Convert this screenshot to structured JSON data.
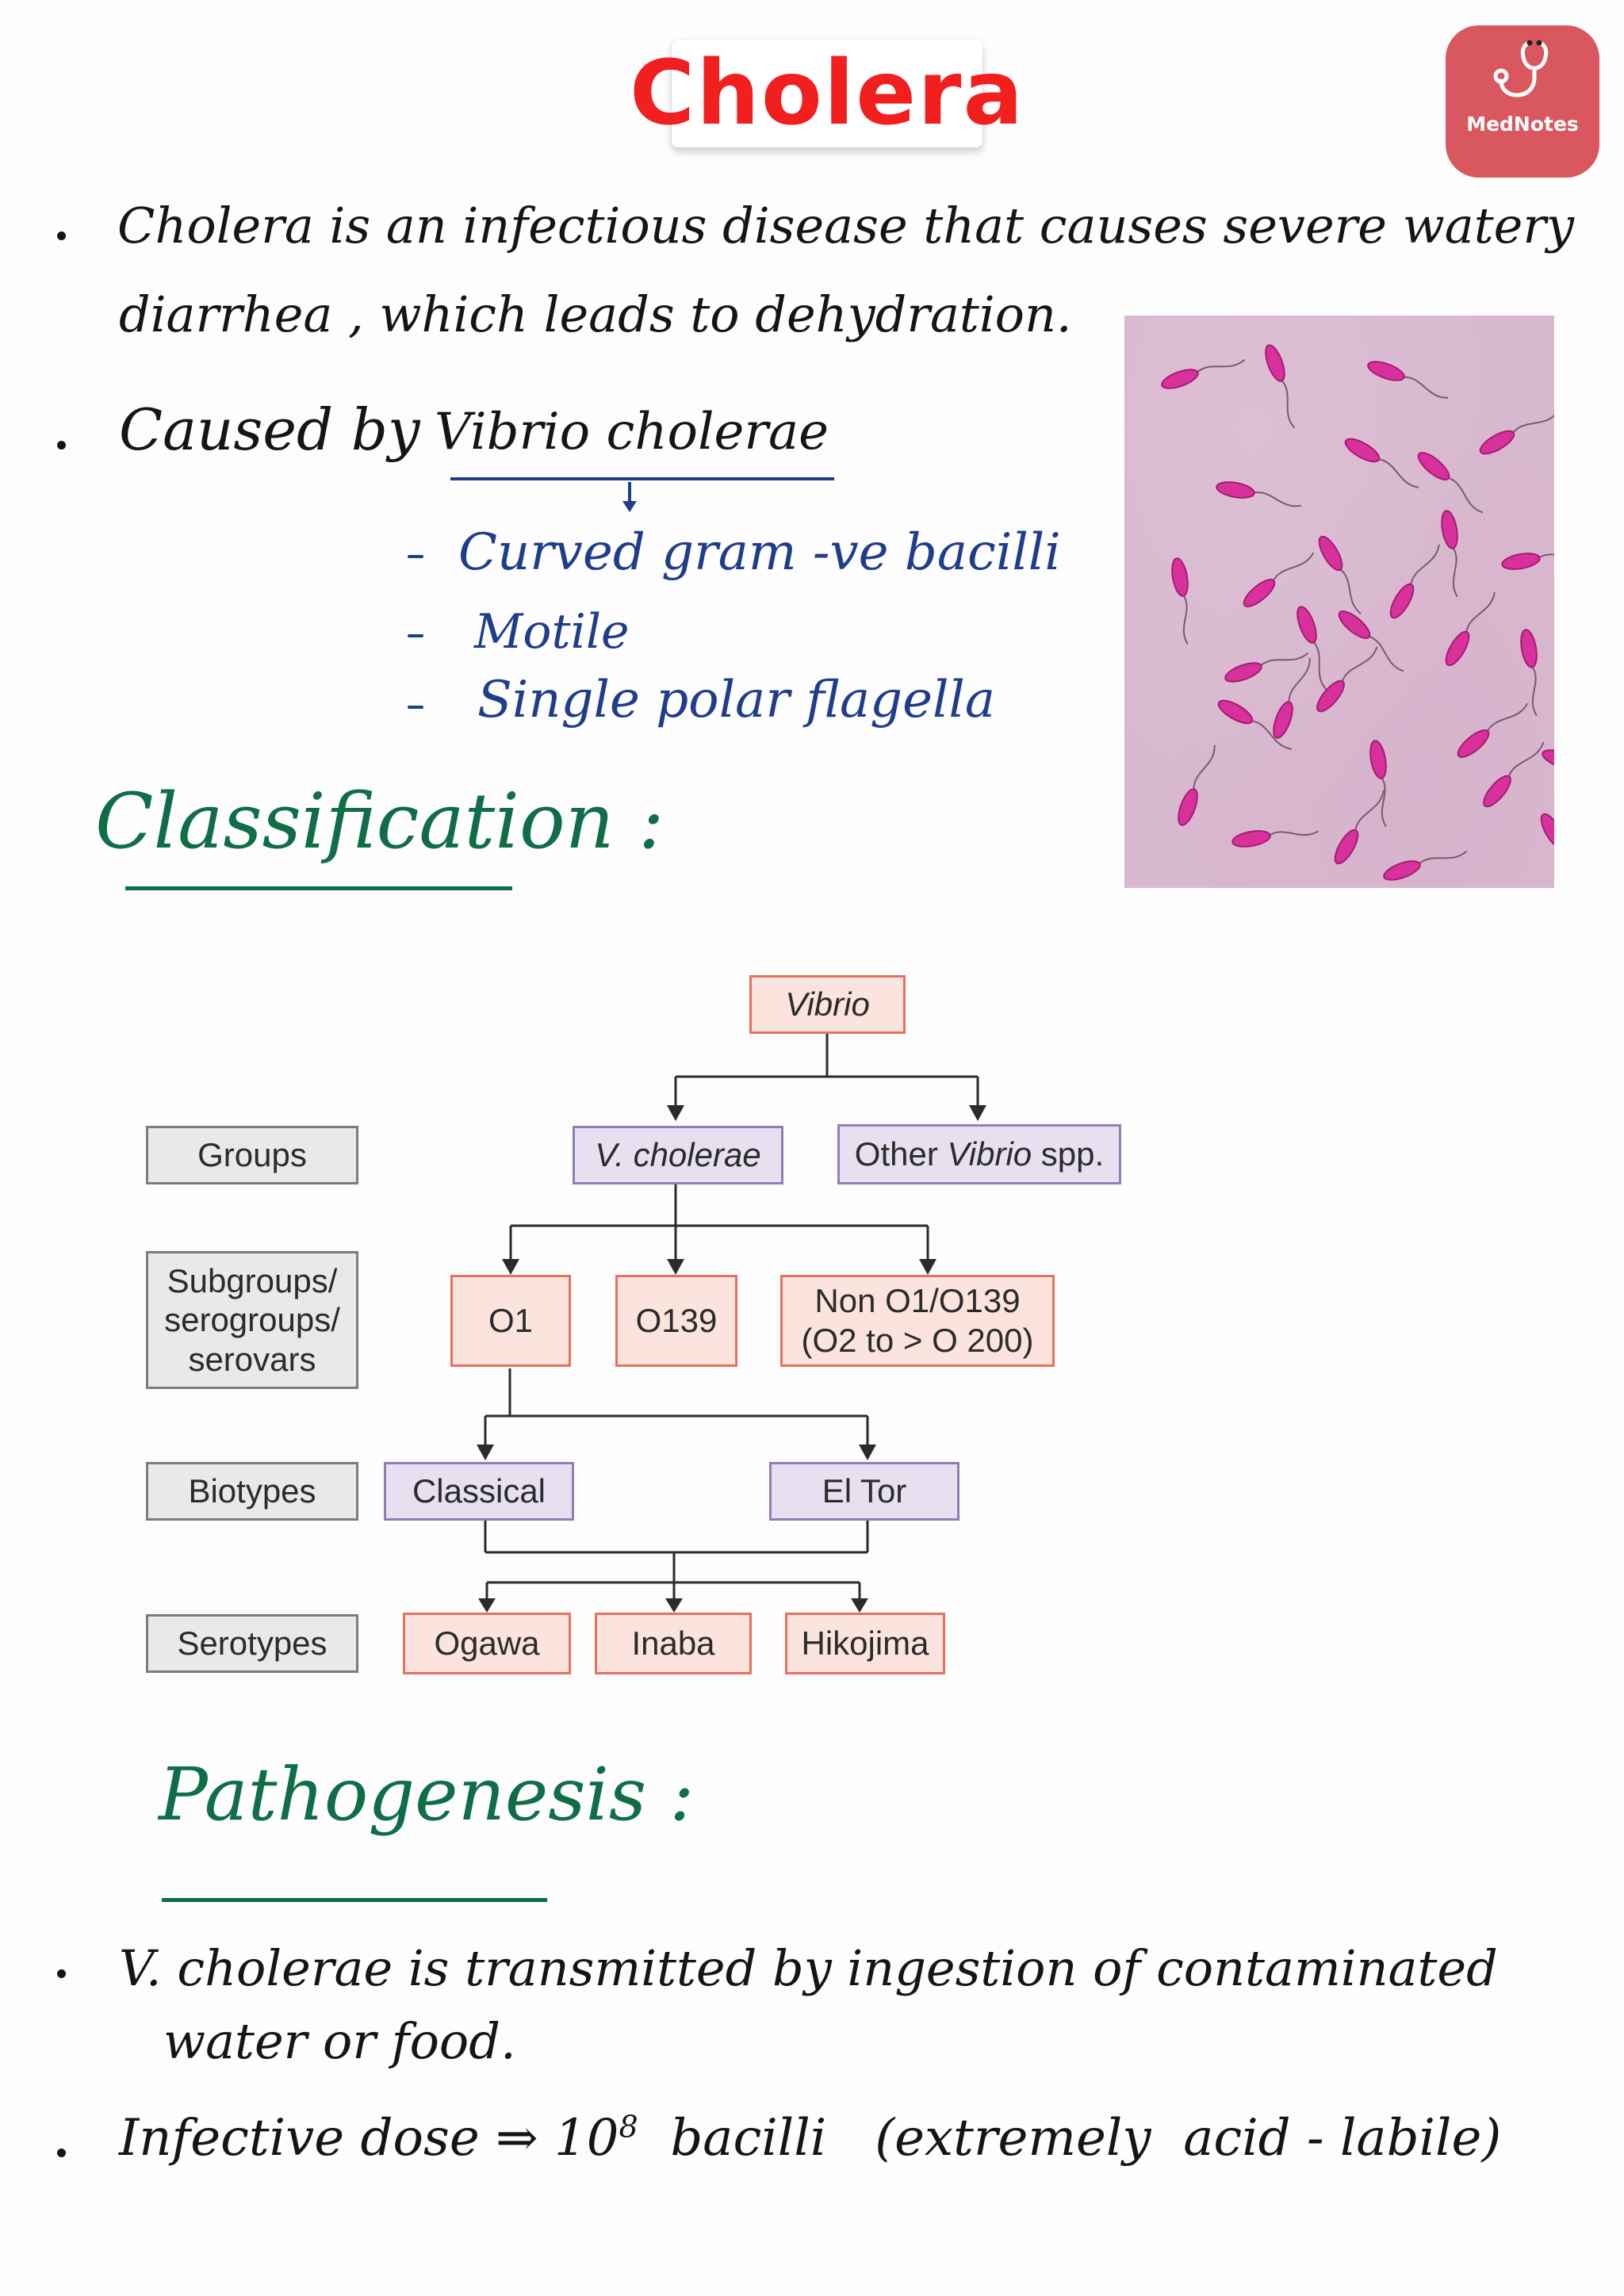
{
  "title": "Cholera",
  "logo": {
    "label": "MedNotes",
    "icon": "stethoscope-icon"
  },
  "intro": {
    "bullet1_line1": "Cholera  is  an  infectious  disease  that  causes  severe  watery",
    "bullet1_line2": "diarrhea , which leads to dehydration.",
    "caused_by_prefix": "Caused  by",
    "organism": "Vibrio  cholerae",
    "features": [
      "Curved  gram -ve  bacilli",
      "Motile",
      "Single  polar  flagella"
    ]
  },
  "classification": {
    "heading": "Classification :",
    "row_labels": {
      "groups": "Groups",
      "subgroups": "Subgroups/\nserogroups/\nserovars",
      "biotypes": "Biotypes",
      "serotypes": "Serotypes"
    },
    "genus": "Vibrio",
    "groups": {
      "cholerae": "V. cholerae",
      "other_prefix": "Other ",
      "other_italic": "Vibrio",
      "other_suffix": " spp."
    },
    "serogroups": {
      "o1": "O1",
      "o139": "O139",
      "non": "Non O1/O139\n(O2 to > O 200)"
    },
    "biotypes": {
      "classical": "Classical",
      "eltor": "El Tor"
    },
    "serotypes": {
      "ogawa": "Ogawa",
      "inaba": "Inaba",
      "hikojima": "Hikojima"
    }
  },
  "pathogenesis": {
    "heading": "Pathogenesis :",
    "bullet1_line1": "V. cholerae  is  transmitted  by  ingestion  of  contaminated",
    "bullet1_line2": "water  or  food.",
    "dose_prefix": "Infective  dose  ⇒  10",
    "dose_exp": "8",
    "dose_suffix": "  bacilli   (extremely  acid - labile)"
  },
  "colors": {
    "title": "#f21f1f",
    "logo_bg": "#d95860",
    "blue_ink": "#1f3d8a",
    "green_ink": "#0f6d48",
    "bacteria": "#d8319c"
  }
}
